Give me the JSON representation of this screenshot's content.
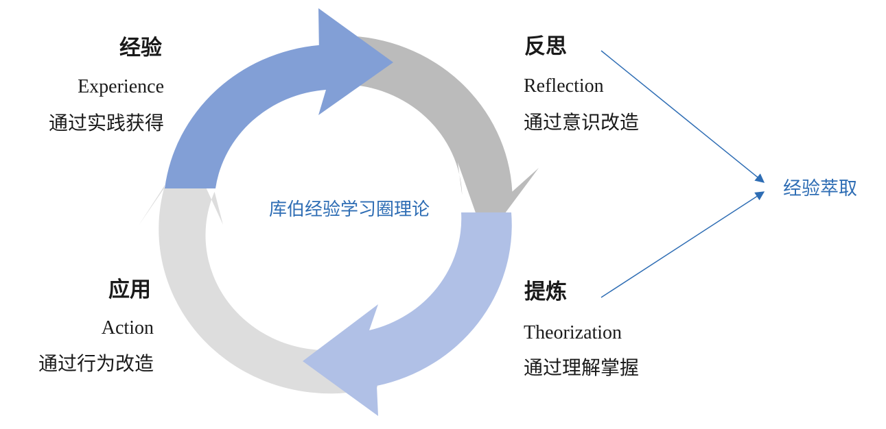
{
  "center_label": "库伯经验学习圈理论",
  "outcome_label": "经验萃取",
  "stages": {
    "experience": {
      "title": "经验",
      "english": "Experience",
      "description": "通过实践获得"
    },
    "reflection": {
      "title": "反思",
      "english": "Reflection",
      "description": "通过意识改造"
    },
    "theorization": {
      "title": "提炼",
      "english": "Theorization",
      "description": "通过理解掌握"
    },
    "action": {
      "title": "应用",
      "english": "Action",
      "description": "通过行为改造"
    }
  },
  "colors": {
    "experience_arrow": "#829fd6",
    "reflection_arrow": "#bbbbbb",
    "theorization_arrow": "#b0c0e6",
    "action_arrow": "#dddddd",
    "accent_blue": "#2e6db4"
  }
}
